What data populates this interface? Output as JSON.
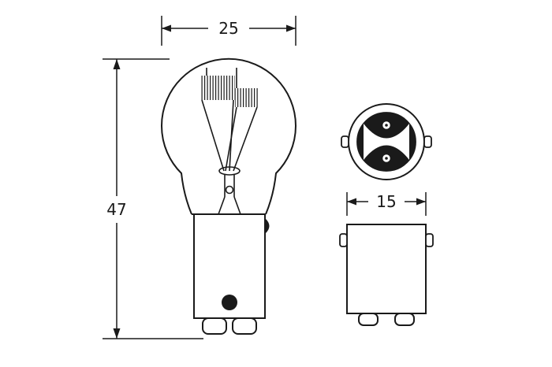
{
  "diagram": {
    "dimension_labels": {
      "bulb_diameter": "25",
      "overall_length": "47",
      "cap_diameter": "15"
    },
    "colors": {
      "line": "#1a1a1a",
      "background": "#ffffff"
    }
  }
}
